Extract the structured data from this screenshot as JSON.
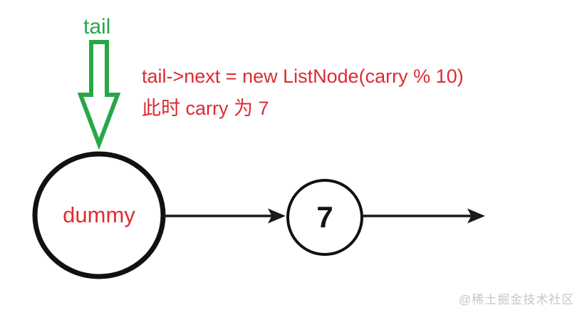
{
  "diagram": {
    "tail_label": "tail",
    "annotation_line1": "tail->next = new ListNode(carry % 10)",
    "annotation_line2": "此时 carry 为 7",
    "dummy_node_label": "dummy",
    "value_node_label": "7",
    "watermark": "@稀土掘金技术社区",
    "colors": {
      "green": "#28a747",
      "red": "#dc2b33",
      "node_stroke": "#111111",
      "arrow_black": "#1a1a1a",
      "watermark_gray": "#c7c7c7",
      "background": "#ffffff"
    }
  }
}
